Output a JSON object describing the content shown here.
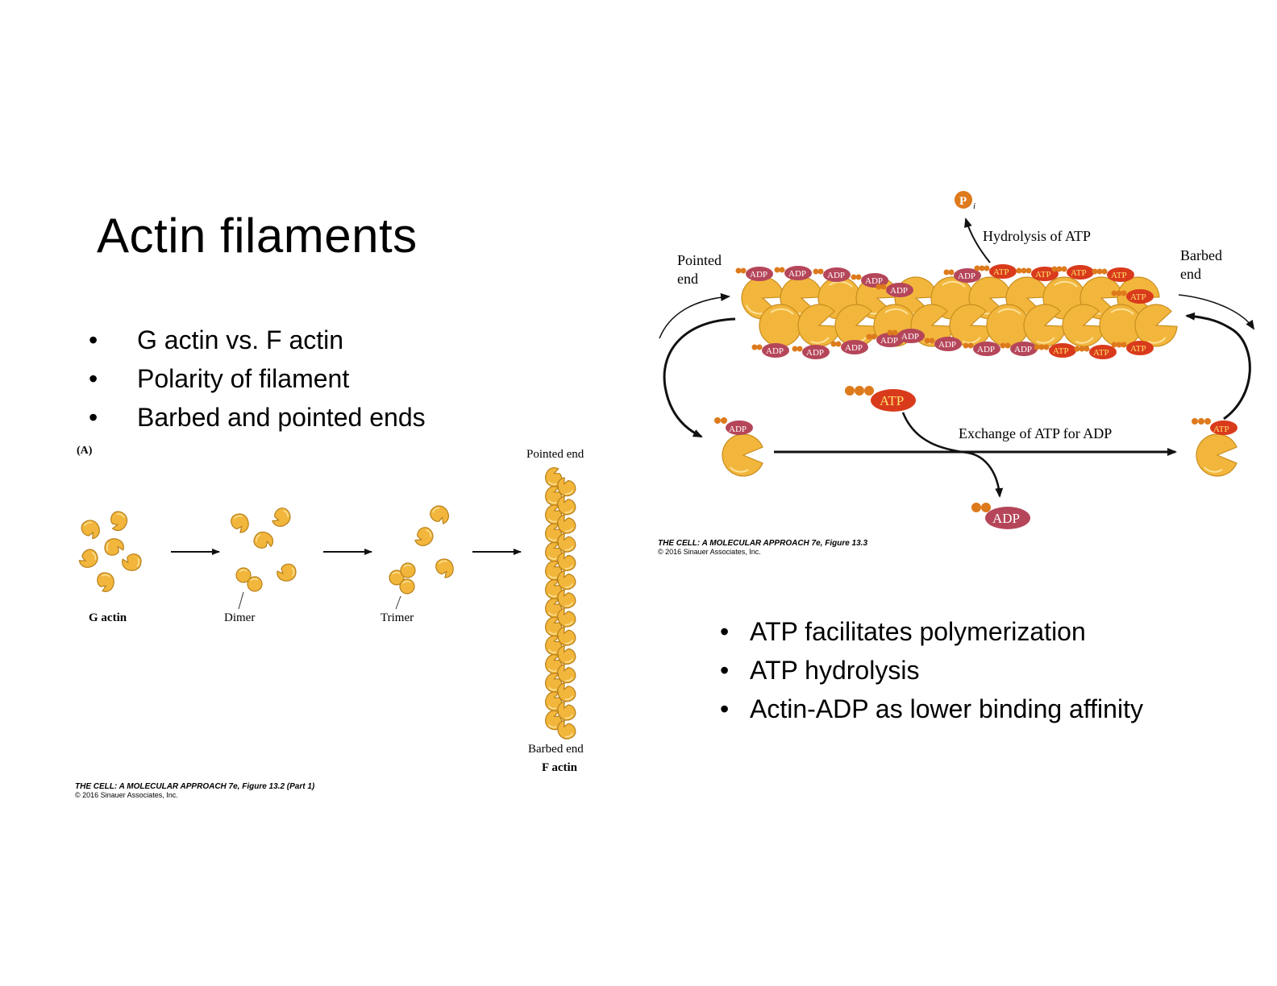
{
  "slide": {
    "title": "Actin filaments",
    "bullets_left": [
      "G actin vs. F actin",
      "Polarity of filament",
      "Barbed and pointed ends"
    ],
    "bullets_right": [
      "ATP facilitates polymerization",
      "ATP hydrolysis",
      "Actin-ADP as lower binding affinity"
    ],
    "bullet_glyph": "•"
  },
  "figure_a": {
    "panel_label": "(A)",
    "g_actin_label": "G actin",
    "dimer_label": "Dimer",
    "trimer_label": "Trimer",
    "pointed_end_label": "Pointed end",
    "barbed_end_label": "Barbed end",
    "f_actin_label": "F actin",
    "caption_title": "THE CELL: A MOLECULAR APPROACH 7e, Figure 13.2 (Part 1)",
    "caption_copyright": "© 2016 Sinauer Associates, Inc."
  },
  "figure_b": {
    "pi_label": "P",
    "pi_subscript": "i",
    "hydrolysis_label": "Hydrolysis of ATP",
    "pointed_end_line1": "Pointed",
    "pointed_end_line2": "end",
    "barbed_end_line1": "Barbed",
    "barbed_end_line2": "end",
    "exchange_label": "Exchange of ATP for ADP",
    "atp_label": "ATP",
    "adp_label": "ADP",
    "top_row_tags": [
      "ADP",
      "ADP",
      "ADP",
      "ADP",
      "ADP",
      "ATP",
      "ATP",
      "ATP",
      "ATP"
    ],
    "extra_tags": [
      "ADP",
      "ATP"
    ],
    "bottom_row_tags": [
      "ADP",
      "ADP",
      "ADP",
      "ADP",
      "ADP",
      "ADP",
      "ADP",
      "ADP",
      "ATP",
      "ATP",
      "ATP"
    ],
    "caption_title": "THE CELL: A MOLECULAR APPROACH 7e, Figure 13.3",
    "caption_copyright": "© 2016 Sinauer Associates, Inc."
  },
  "colors": {
    "actin_fill": "#f2b63c",
    "actin_stroke": "#c98d1e",
    "adp_fill": "#b5465a",
    "atp_fill": "#d93a1c",
    "atp_text": "#ffe36b",
    "phosphate": "#dd7a1c"
  }
}
